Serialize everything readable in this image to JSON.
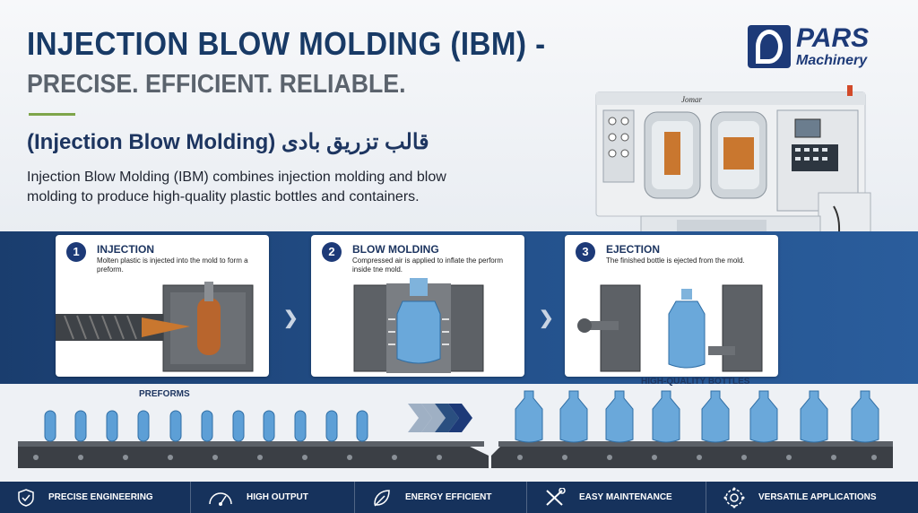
{
  "header": {
    "title": "INJECTION BLOW MOLDING (IBM) -",
    "tagline": "PRECISE. EFFICIENT. RELIABLE.",
    "subtitle": "(Injection Blow Molding) قالب تزریق بادی",
    "description": "Injection Blow Molding (IBM) combines injection molding and blow molding to produce high-quality plastic bottles and containers."
  },
  "logo": {
    "name": "PARS",
    "sub": "Machinery"
  },
  "machine": {
    "brand": "Jomar"
  },
  "steps": [
    {
      "number": "1",
      "title": "INJECTION",
      "text": "Molten plastic is injected into the mold to form a preform."
    },
    {
      "number": "2",
      "title": "BLOW MOLDING",
      "text": "Compressed air is applied to inflate the perform inside tne mold."
    },
    {
      "number": "3",
      "title": "EJECTION",
      "text": "The finished bottle is ejected from the mold."
    }
  ],
  "conveyor": {
    "preforms_label": "PREFORMS",
    "bottles_label": "HIGH-QUALITY BOTTLES"
  },
  "features": [
    {
      "label": "PRECISE ENGINEERING",
      "icon": "shield-check-icon"
    },
    {
      "label": "HIGH OUTPUT",
      "icon": "speedometer-icon"
    },
    {
      "label": "ENERGY EFFICIENT",
      "icon": "leaf-icon"
    },
    {
      "label": "EASY MAINTENANCE",
      "icon": "wrench-screwdriver-icon"
    },
    {
      "label": "VERSATILE APPLICATIONS",
      "icon": "gear-network-icon"
    }
  ],
  "colors": {
    "navy": "#1d3a78",
    "band": "#23508a",
    "accent_green": "#7ea54a",
    "bottle_blue": "#5d9fd6"
  }
}
